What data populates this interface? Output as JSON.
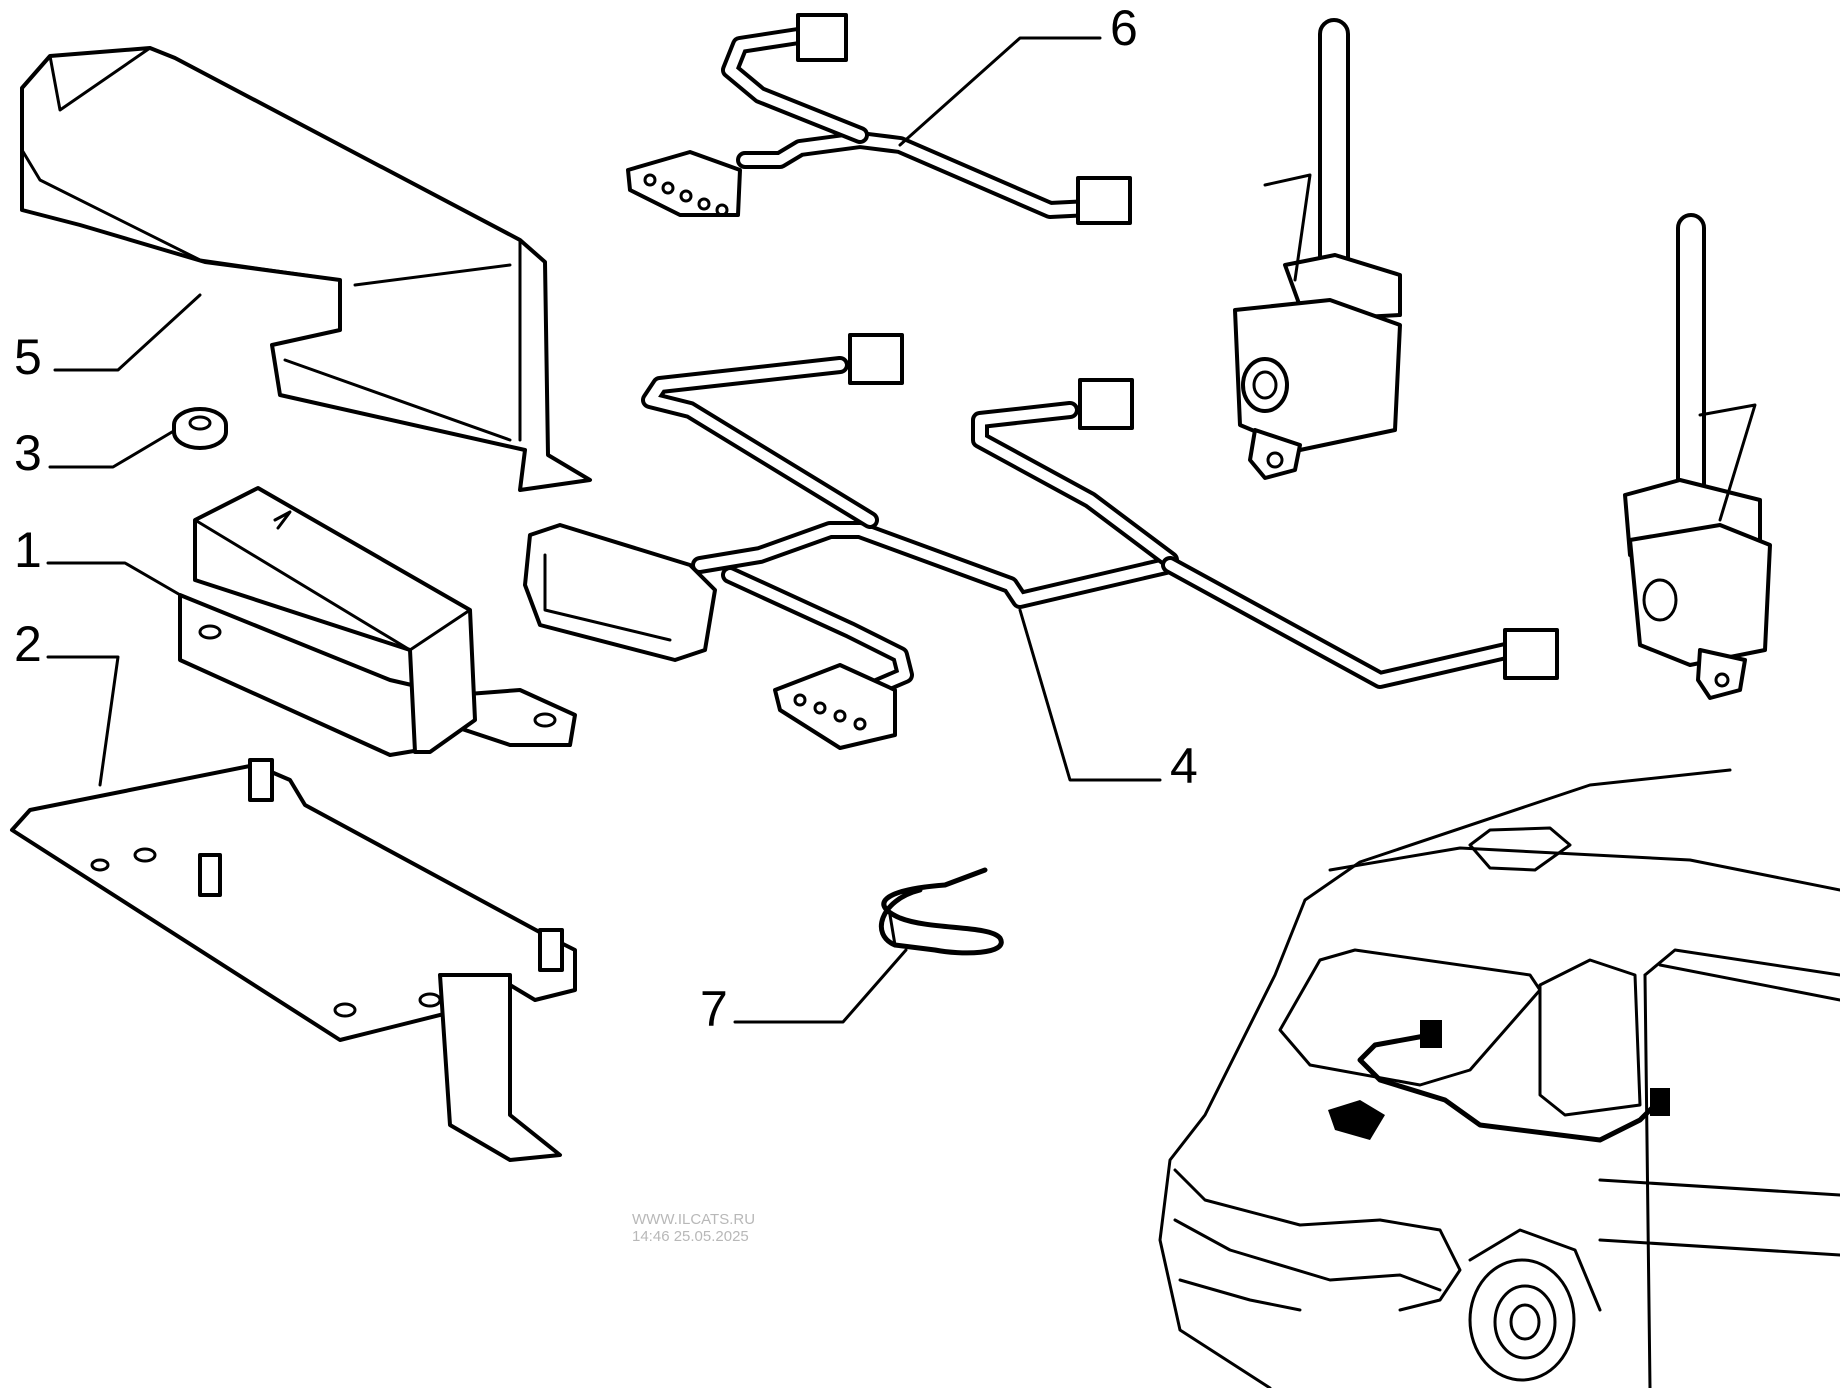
{
  "callouts": [
    {
      "id": "label-1",
      "text": "1"
    },
    {
      "id": "label-2",
      "text": "2"
    },
    {
      "id": "label-3",
      "text": "3"
    },
    {
      "id": "label-4",
      "text": "4"
    },
    {
      "id": "label-5",
      "text": "5"
    },
    {
      "id": "label-6",
      "text": "6"
    },
    {
      "id": "label-7",
      "text": "7"
    }
  ],
  "watermark": {
    "line1": "WWW.ILCATS.RU",
    "line2": "14:46 25.05.2025"
  }
}
